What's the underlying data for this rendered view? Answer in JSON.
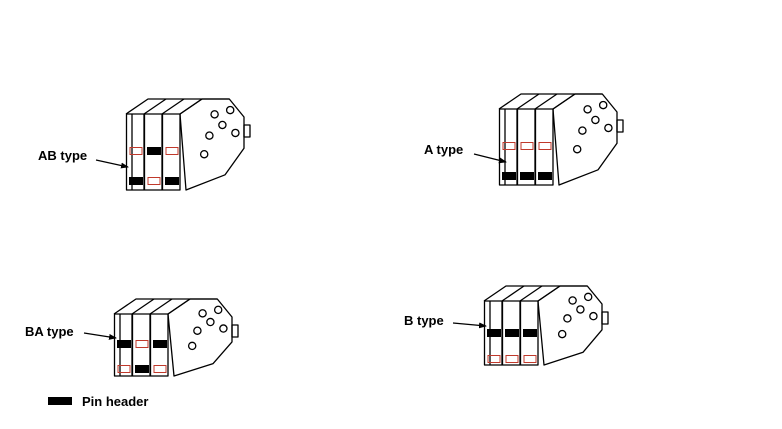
{
  "colors": {
    "pin": "#000000",
    "outline": "#000000",
    "slot": "#c0392b",
    "background": "#ffffff"
  },
  "connectors": [
    {
      "id": "ab",
      "label": "AB type",
      "rows": {
        "top": [
          "slot",
          "pin",
          "slot"
        ],
        "bottom": [
          "pin",
          "slot",
          "pin"
        ]
      }
    },
    {
      "id": "a",
      "label": "A type",
      "rows": {
        "top": [
          "slot",
          "slot",
          "slot"
        ],
        "bottom": [
          "pin",
          "pin",
          "pin"
        ]
      }
    },
    {
      "id": "ba",
      "label": "BA type",
      "rows": {
        "top": [
          "pin",
          "slot",
          "pin"
        ],
        "bottom": [
          "slot",
          "pin",
          "slot"
        ]
      }
    },
    {
      "id": "b",
      "label": "B type",
      "rows": {
        "top": [
          "pin",
          "pin",
          "pin"
        ],
        "bottom": [
          "slot",
          "slot",
          "slot"
        ]
      }
    }
  ],
  "legend": {
    "label": "Pin header",
    "icon": "pin-header-swatch"
  }
}
